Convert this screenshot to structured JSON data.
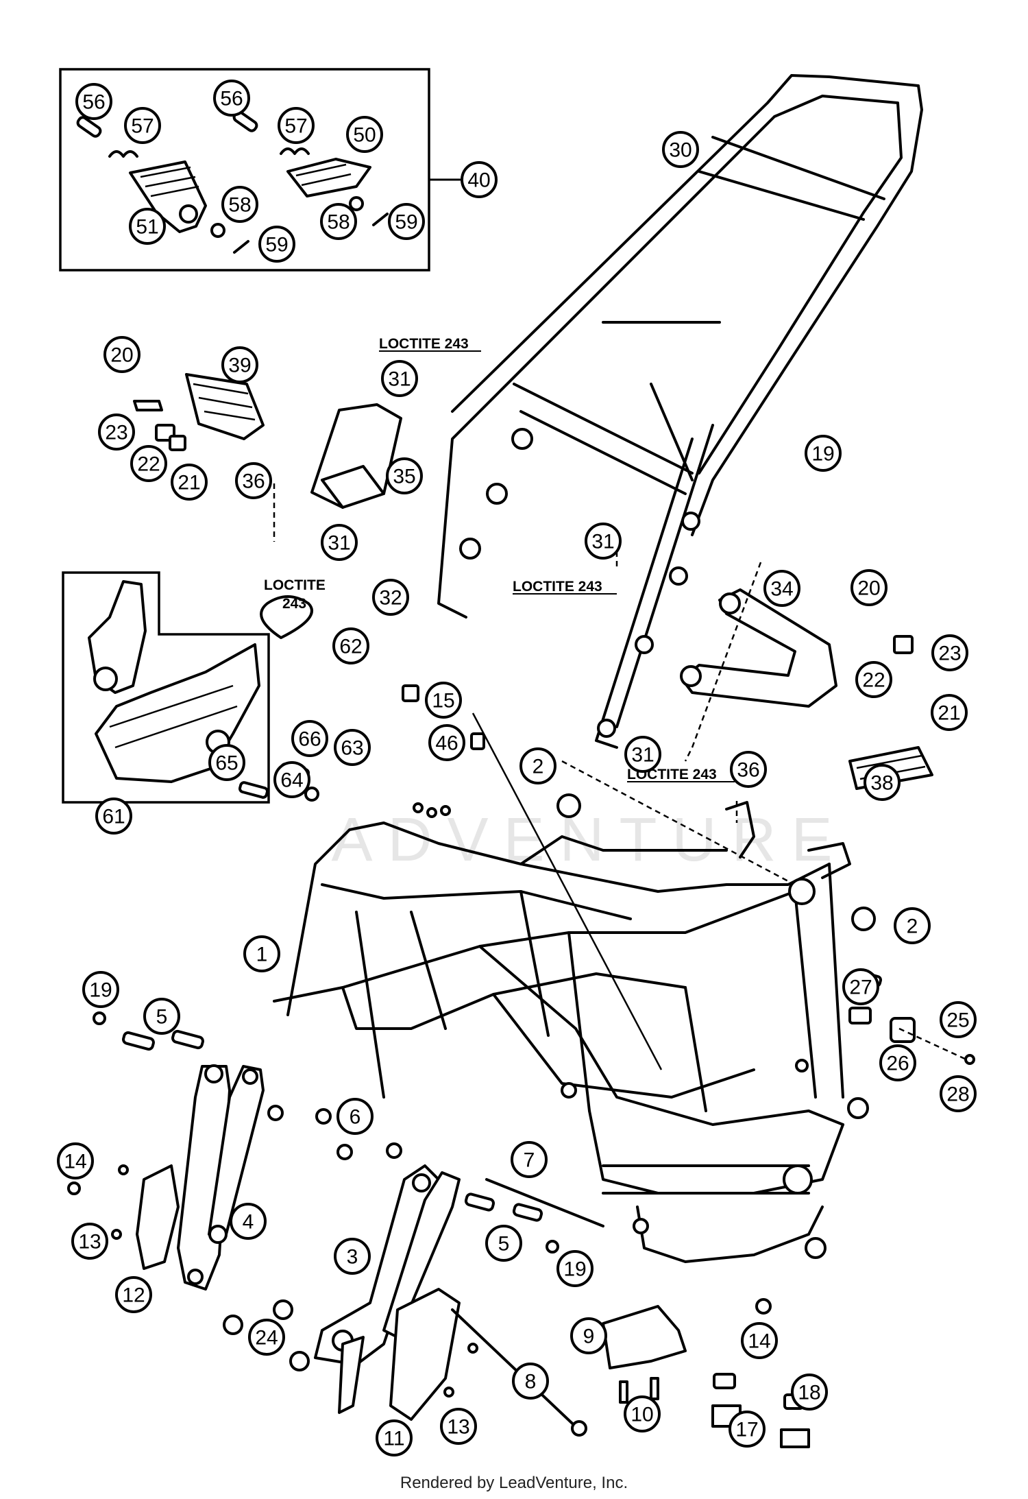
{
  "callouts": [
    "56",
    "57",
    "56",
    "57",
    "50",
    "40",
    "51",
    "58",
    "59",
    "58",
    "59",
    "30",
    "20",
    "39",
    "23",
    "22",
    "21",
    "36",
    "35",
    "31",
    "31",
    "32",
    "19",
    "31",
    "34",
    "20",
    "23",
    "22",
    "21",
    "62",
    "15",
    "31",
    "36",
    "38",
    "61",
    "66",
    "63",
    "65",
    "64",
    "46",
    "2",
    "2",
    "1",
    "27",
    "25",
    "26",
    "28",
    "19",
    "5",
    "6",
    "14",
    "4",
    "13",
    "12",
    "7",
    "5",
    "19",
    "3",
    "24",
    "9",
    "14",
    "8",
    "10",
    "17",
    "18",
    "11",
    "13"
  ],
  "loctite_labels": [
    "LOCTITE 243",
    "LOCTITE",
    "243",
    "LOCTITE 243",
    "LOCTITE 243"
  ],
  "footer": "Rendered by LeadVenture, Inc.",
  "watermark": "ADVENTURE"
}
